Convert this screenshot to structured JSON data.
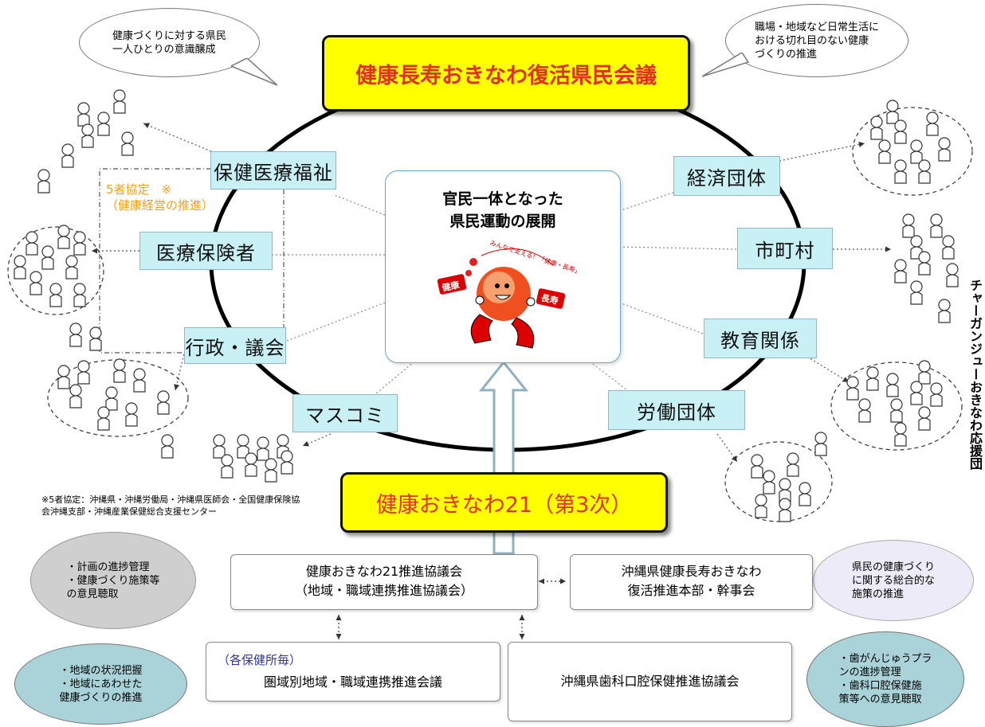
{
  "title_main": "健康長寿おきなわ復活県民会議",
  "title_sub": "健康おきなわ21（第3次）",
  "center": {
    "line1": "官民一体となった",
    "line2": "県民運動の展開"
  },
  "orgs_left": [
    "保健医療福祉",
    "医療保険者",
    "行政・議会",
    "マスコミ"
  ],
  "orgs_right": [
    "経済団体",
    "市町村",
    "教育関係",
    "労働団体"
  ],
  "agreement": {
    "line1": "5者協定　※",
    "line2": "（健康経営の推進）"
  },
  "footnote": "※5者協定：沖縄県・沖縄労働局・沖縄県医師会・全国健康保険協会沖縄支部・沖縄産業保健総合支援センター",
  "bubbles": {
    "top_left": "健康づくりに対する県民\n一人ひとりの意識醸成",
    "top_right": "職場・地域など日常生活に\nおける切れ目のない健康\nづくりの推進",
    "mid_left": "・計画の進捗管理\n・健康づくり施策等\nの意見聴取",
    "mid_right": "県民の健康づくり\nに関する総合的な\n施策の推進",
    "bottom_left": "・地域の状況把握\n・地域にあわせた\n健康づくりの推進",
    "bottom_right": "・歯がんじゅうプラ\nンの進捗管理\n・歯科口腔保健施\n策等への意見聴取"
  },
  "boxes": {
    "council_line1": "健康おきなわ21推進協議会",
    "council_line2": "（地域・職域連携推進協議会）",
    "hq_line1": "沖縄県健康長寿おきなわ",
    "hq_line2": "復活推進本部・幹事会",
    "regional_tag": "（各保健所毎）",
    "regional_name": "圏域別地域・職域連携推進会議",
    "dental": "沖縄県歯科口腔保健推進協議会"
  },
  "mascot": {
    "left_tag": "健康",
    "right_tag": "長寿",
    "banner": "みんなで支える！「健康・長寿」"
  },
  "side_text": "チャーガンジューおきなわ応援団",
  "colors": {
    "title_fill": "#ffff00",
    "title_text": "#e0301e",
    "org_fill": "#c9f0f5",
    "agreement_text": "#f0a020",
    "bubble_teal": "#a9d3d8",
    "bubble_gray": "#cfcfcf",
    "bubble_lavender": "#ecebf7"
  }
}
